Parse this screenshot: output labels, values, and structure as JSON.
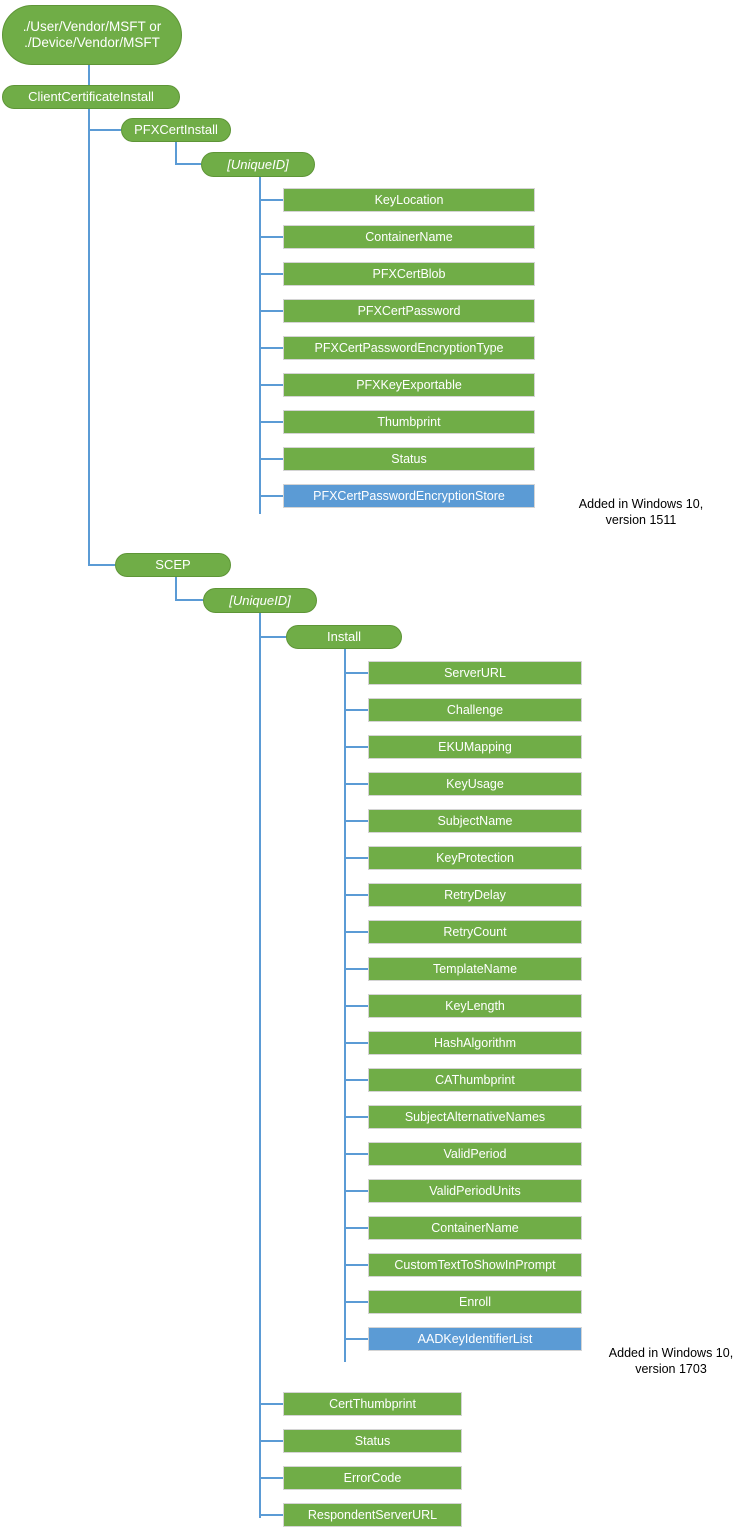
{
  "diagram": {
    "title": "ClientCertificateInstall CSP tree",
    "colors": {
      "node_green": "#70AD47",
      "node_blue": "#5B9BD5",
      "connector": "#5B9BD5",
      "node_text": "#FFFFFF",
      "note_text": "#000000",
      "background": "#FFFFFF"
    },
    "root": {
      "label": "./User/Vendor/MSFT or\n./Device/Vendor/MSFT"
    },
    "level1": {
      "label": "ClientCertificateInstall"
    },
    "pfx": {
      "label": "PFXCertInstall",
      "uniqueid": "[UniqueID]",
      "children": [
        {
          "label": "KeyLocation",
          "added": false
        },
        {
          "label": "ContainerName",
          "added": false
        },
        {
          "label": "PFXCertBlob",
          "added": false
        },
        {
          "label": "PFXCertPassword",
          "added": false
        },
        {
          "label": "PFXCertPasswordEncryptionType",
          "added": false
        },
        {
          "label": "PFXKeyExportable",
          "added": false
        },
        {
          "label": "Thumbprint",
          "added": false
        },
        {
          "label": "Status",
          "added": false
        },
        {
          "label": "PFXCertPasswordEncryptionStore",
          "added": true
        }
      ],
      "note": "Added in Windows 10,\nversion 1511"
    },
    "scep": {
      "label": "SCEP",
      "uniqueid": "[UniqueID]",
      "install": {
        "label": "Install",
        "children": [
          {
            "label": "ServerURL",
            "added": false
          },
          {
            "label": "Challenge",
            "added": false
          },
          {
            "label": "EKUMapping",
            "added": false
          },
          {
            "label": "KeyUsage",
            "added": false
          },
          {
            "label": "SubjectName",
            "added": false
          },
          {
            "label": "KeyProtection",
            "added": false
          },
          {
            "label": "RetryDelay",
            "added": false
          },
          {
            "label": "RetryCount",
            "added": false
          },
          {
            "label": "TemplateName",
            "added": false
          },
          {
            "label": "KeyLength",
            "added": false
          },
          {
            "label": "HashAlgorithm",
            "added": false
          },
          {
            "label": "CAThumbprint",
            "added": false
          },
          {
            "label": "SubjectAlternativeNames",
            "added": false
          },
          {
            "label": "ValidPeriod",
            "added": false
          },
          {
            "label": "ValidPeriodUnits",
            "added": false
          },
          {
            "label": "ContainerName",
            "added": false
          },
          {
            "label": "CustomTextToShowInPrompt",
            "added": false
          },
          {
            "label": "Enroll",
            "added": false
          },
          {
            "label": "AADKeyIdentifierList",
            "added": true
          }
        ],
        "note": "Added in Windows 10,\nversion 1703"
      },
      "children": [
        {
          "label": "CertThumbprint",
          "added": false
        },
        {
          "label": "Status",
          "added": false
        },
        {
          "label": "ErrorCode",
          "added": false
        },
        {
          "label": "RespondentServerURL",
          "added": false
        }
      ]
    }
  }
}
